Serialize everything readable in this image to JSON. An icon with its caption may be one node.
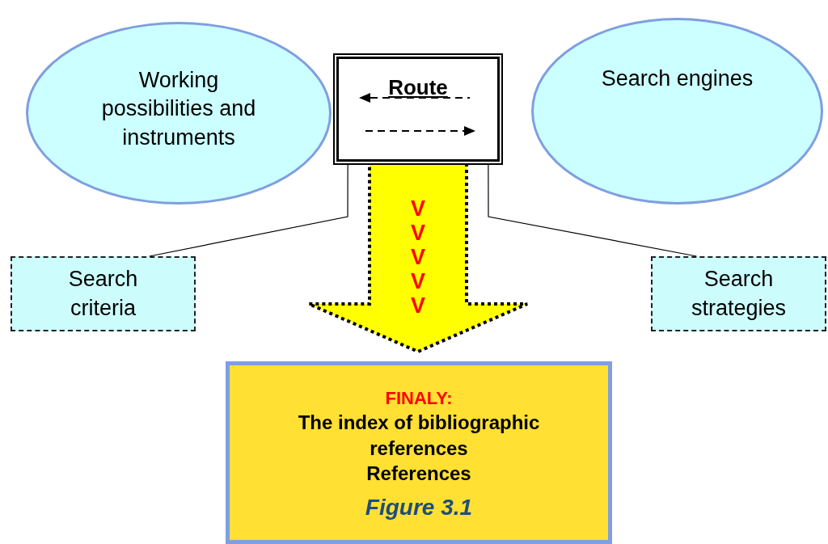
{
  "diagram": {
    "nodes": [
      {
        "text": [
          "Working possibilities and instruments"
        ]
      },
      {
        "text": [
          "Route"
        ]
      },
      {
        "text": [
          "Search engines"
        ]
      },
      {
        "text": [
          "Search criteria"
        ]
      },
      {
        "text": [
          "Search strategies"
        ]
      },
      {
        "text": [
          "FINALY:",
          "The index of bibliographic references",
          "References",
          "Figure 3.1"
        ]
      }
    ],
    "edges": [
      {
        "from": 3,
        "to": 1,
        "arrow": "none"
      },
      {
        "from": 4,
        "to": 1,
        "arrow": "none"
      },
      {
        "from": 1,
        "to": 5,
        "arrow": "to",
        "label": "V V V V V",
        "style": "thick",
        "color": "#ffff00"
      }
    ]
  }
}
